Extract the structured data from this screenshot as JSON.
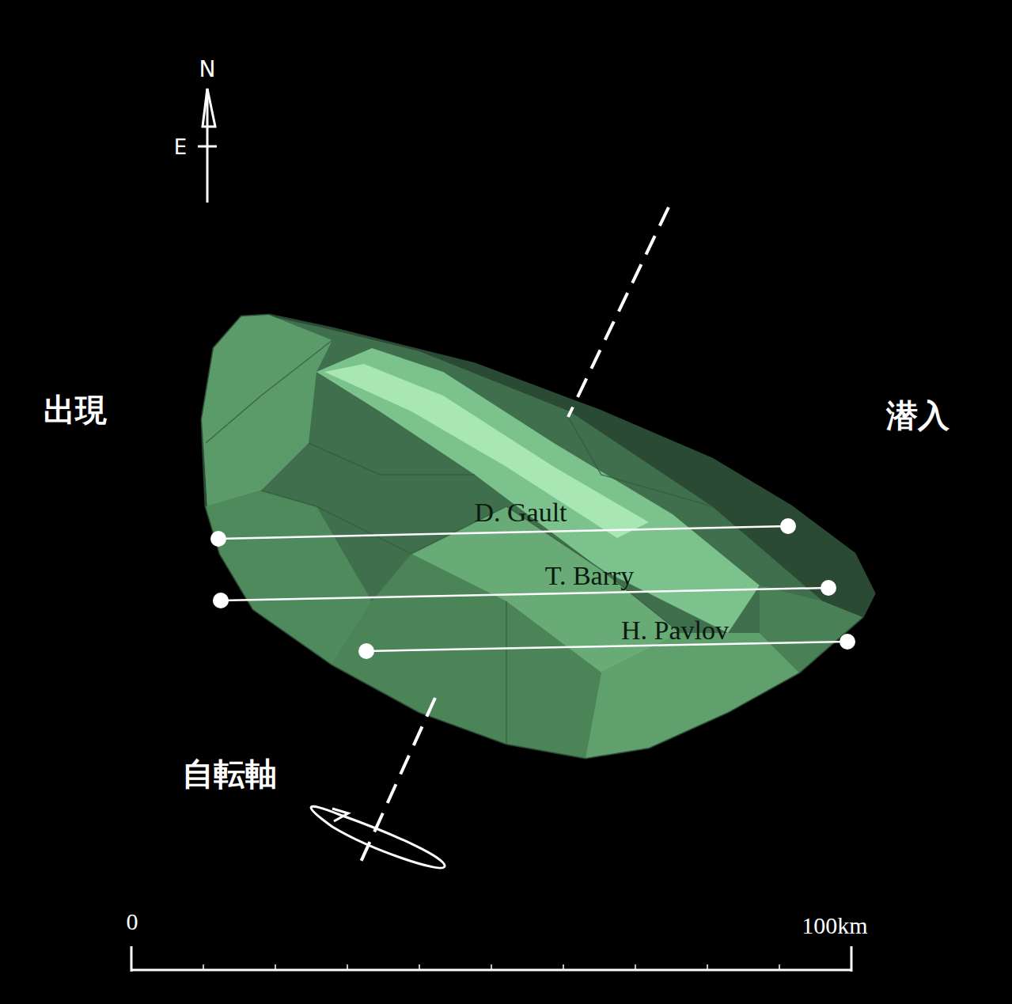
{
  "diagram": {
    "labels": [
      "N",
      "E",
      "出現",
      "潜入",
      "D. Gault",
      "T. Barry",
      "H. Pavlov",
      "自転軸",
      "0",
      "100km"
    ]
  }
}
